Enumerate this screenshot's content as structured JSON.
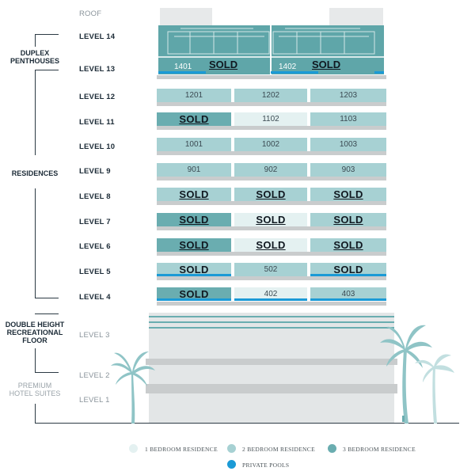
{
  "levels": {
    "roof": "ROOF",
    "l14": "LEVEL 14",
    "l13": "LEVEL 13",
    "l12": "LEVEL 12",
    "l11": "LEVEL 11",
    "l10": "LEVEL 10",
    "l9": "LEVEL 9",
    "l8": "LEVEL 8",
    "l7": "LEVEL 7",
    "l6": "LEVEL 6",
    "l5": "LEVEL 5",
    "l4": "LEVEL 4",
    "l3": "LEVEL 3",
    "l2": "LEVEL 2",
    "l1": "LEVEL 1"
  },
  "groups": {
    "duplex_line1": "DUPLEX",
    "duplex_line2": "PENTHOUSES",
    "residences": "RESIDENCES",
    "rec_line1": "DOUBLE HEIGHT",
    "rec_line2": "RECREATIONAL",
    "rec_line3": "FLOOR",
    "hotel_line1": "PREMIUM",
    "hotel_line2": "HOTEL SUITES"
  },
  "penthouses": {
    "left_unit": "1401",
    "left_status": "SOLD",
    "right_unit": "1402",
    "right_status": "SOLD"
  },
  "units": {
    "l12": [
      "1201",
      "1202",
      "1203"
    ],
    "l11": [
      "SOLD",
      "1102",
      "1103"
    ],
    "l10": [
      "1001",
      "1002",
      "1003"
    ],
    "l9": [
      "901",
      "902",
      "903"
    ],
    "l8": [
      "SOLD",
      "SOLD",
      "SOLD"
    ],
    "l7": [
      "SOLD",
      "SOLD",
      "SOLD"
    ],
    "l6": [
      "SOLD",
      "SOLD",
      "SOLD"
    ],
    "l5": [
      "SOLD",
      "502",
      "SOLD"
    ],
    "l4": [
      "SOLD",
      "402",
      "403"
    ]
  },
  "legend": {
    "one_bed": "1 BEDROOM RESIDENCE",
    "two_bed": "2 BEDROOM RESIDENCE",
    "three_bed": "3 BEDROOM RESIDENCE",
    "pools": "PRIVATE POOLS"
  },
  "colors": {
    "one_bed": "#e4f1f1",
    "two_bed": "#a7d1d3",
    "three_bed": "#6aadb0",
    "pool": "#1b9ad6",
    "penthouse": "#5fa6a9"
  }
}
